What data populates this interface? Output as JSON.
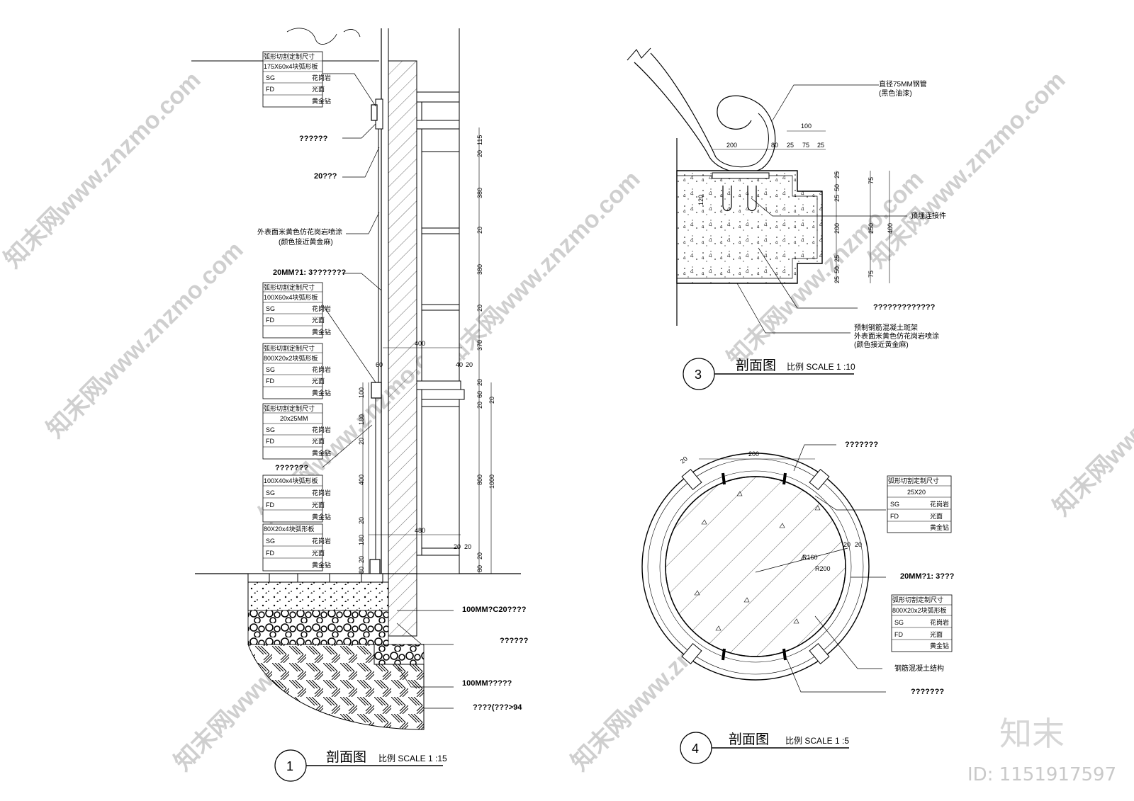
{
  "drawing1": {
    "title": "剖面图",
    "scale": "比例  SCALE 1 :15",
    "number": "1",
    "mat_tables": [
      {
        "spec": [
          "弧形切割定制尺寸",
          "175X60x4块弧形板"
        ],
        "rows": [
          [
            "SG",
            "花岗岩"
          ],
          [
            "FD",
            "光面"
          ],
          [
            "",
            "黄金钻"
          ]
        ]
      },
      {
        "spec": [
          "弧形切割定制尺寸",
          "100X60x4块弧形板"
        ],
        "rows": [
          [
            "SG",
            "花岗岩"
          ],
          [
            "FD",
            "光面"
          ],
          [
            "",
            "黄金钻"
          ]
        ]
      },
      {
        "spec": [
          "弧形切割定制尺寸",
          "800X20x2块弧形板"
        ],
        "rows": [
          [
            "SG",
            "花岗岩"
          ],
          [
            "FD",
            "光面"
          ],
          [
            "",
            "黄金钻"
          ]
        ]
      },
      {
        "spec": [
          "弧形切割定制尺寸",
          "20x25MM"
        ],
        "rows": [
          [
            "SG",
            "花岗岩"
          ],
          [
            "FD",
            "光面"
          ],
          [
            "",
            "黄金钻"
          ]
        ]
      },
      {
        "spec": [
          "100X40x4块弧形板"
        ],
        "rows": [
          [
            "SG",
            "花岗岩"
          ],
          [
            "FD",
            "光面"
          ],
          [
            "",
            "黄金钻"
          ]
        ]
      },
      {
        "spec": [
          "80X20x4块弧形板"
        ],
        "rows": [
          [
            "SG",
            "花岗岩"
          ],
          [
            "FD",
            "光面"
          ],
          [
            "",
            "黄金钻"
          ]
        ]
      }
    ],
    "notes": {
      "q1": "??????",
      "q2": "20???",
      "coat1": "外表面米黄色仿花岗岩喷涂",
      "coat2": "(颜色接近黄金麻)",
      "mortar": "20MM?1: 3???????",
      "q3": "???????",
      "c20": "100MM?C20????",
      "q4": "??????",
      "gravel": "100MM?????",
      "soil": "????(???>94",
      "dim400": "400",
      "dim480": "480",
      "dim60": "60",
      "dim40": "40",
      "dim20": "20"
    },
    "dims_right": [
      "115",
      "20",
      "380",
      "20",
      "380",
      "20",
      "370",
      "20",
      "60",
      "20",
      "800",
      "20",
      "80"
    ],
    "dims_left": [
      "100",
      "180",
      "20",
      "400",
      "20",
      "180",
      "20",
      "80"
    ],
    "dim1000": "1000"
  },
  "drawing3": {
    "title": "剖面图",
    "scale": "比例  SCALE 1 :10",
    "number": "3",
    "pipe1": "直径75MM钢管",
    "pipe2": "(黑色油漆)",
    "embed": "预埋连接件",
    "frame1": "预制钢筋混凝土斑架",
    "frame2": "外表面米黄色仿花岗岩喷涂",
    "frame3": "(颜色接近黄金麻)",
    "q1": "?????????????",
    "dims_top": [
      "100",
      "200",
      "80",
      "25",
      "75",
      "25"
    ],
    "dims_right": [
      "25",
      "50",
      "25",
      "200",
      "25",
      "50",
      "25"
    ],
    "dims_right2": [
      "75",
      "250",
      "75"
    ],
    "dim400": "400",
    "dim120": "120"
  },
  "drawing4": {
    "title": "剖面图",
    "scale": "比例  SCALE 1 :5",
    "number": "4",
    "q1": "???????",
    "q2": "???????",
    "mortar": "20MM?1: 3???",
    "rc": "钢筋混凝土结构",
    "r160": "R160",
    "r200": "R200",
    "dim200": "200",
    "dim20a": "20",
    "dim20b": "20",
    "dim20c": "20",
    "tables": [
      {
        "spec": [
          "弧形切割定制尺寸",
          "25X20"
        ],
        "rows": [
          [
            "SG",
            "花岗岩"
          ],
          [
            "FD",
            "光面"
          ],
          [
            "",
            "黄金钻"
          ]
        ]
      },
      {
        "spec": [
          "弧形切割定制尺寸",
          "800X20x2块弧形板"
        ],
        "rows": [
          [
            "SG",
            "花岗岩"
          ],
          [
            "FD",
            "光面"
          ],
          [
            "",
            "黄金钻"
          ]
        ]
      }
    ]
  },
  "watermark": {
    "site": "知末网www.znzmo.com",
    "brand": "知末",
    "id": "ID: 1151917597"
  }
}
